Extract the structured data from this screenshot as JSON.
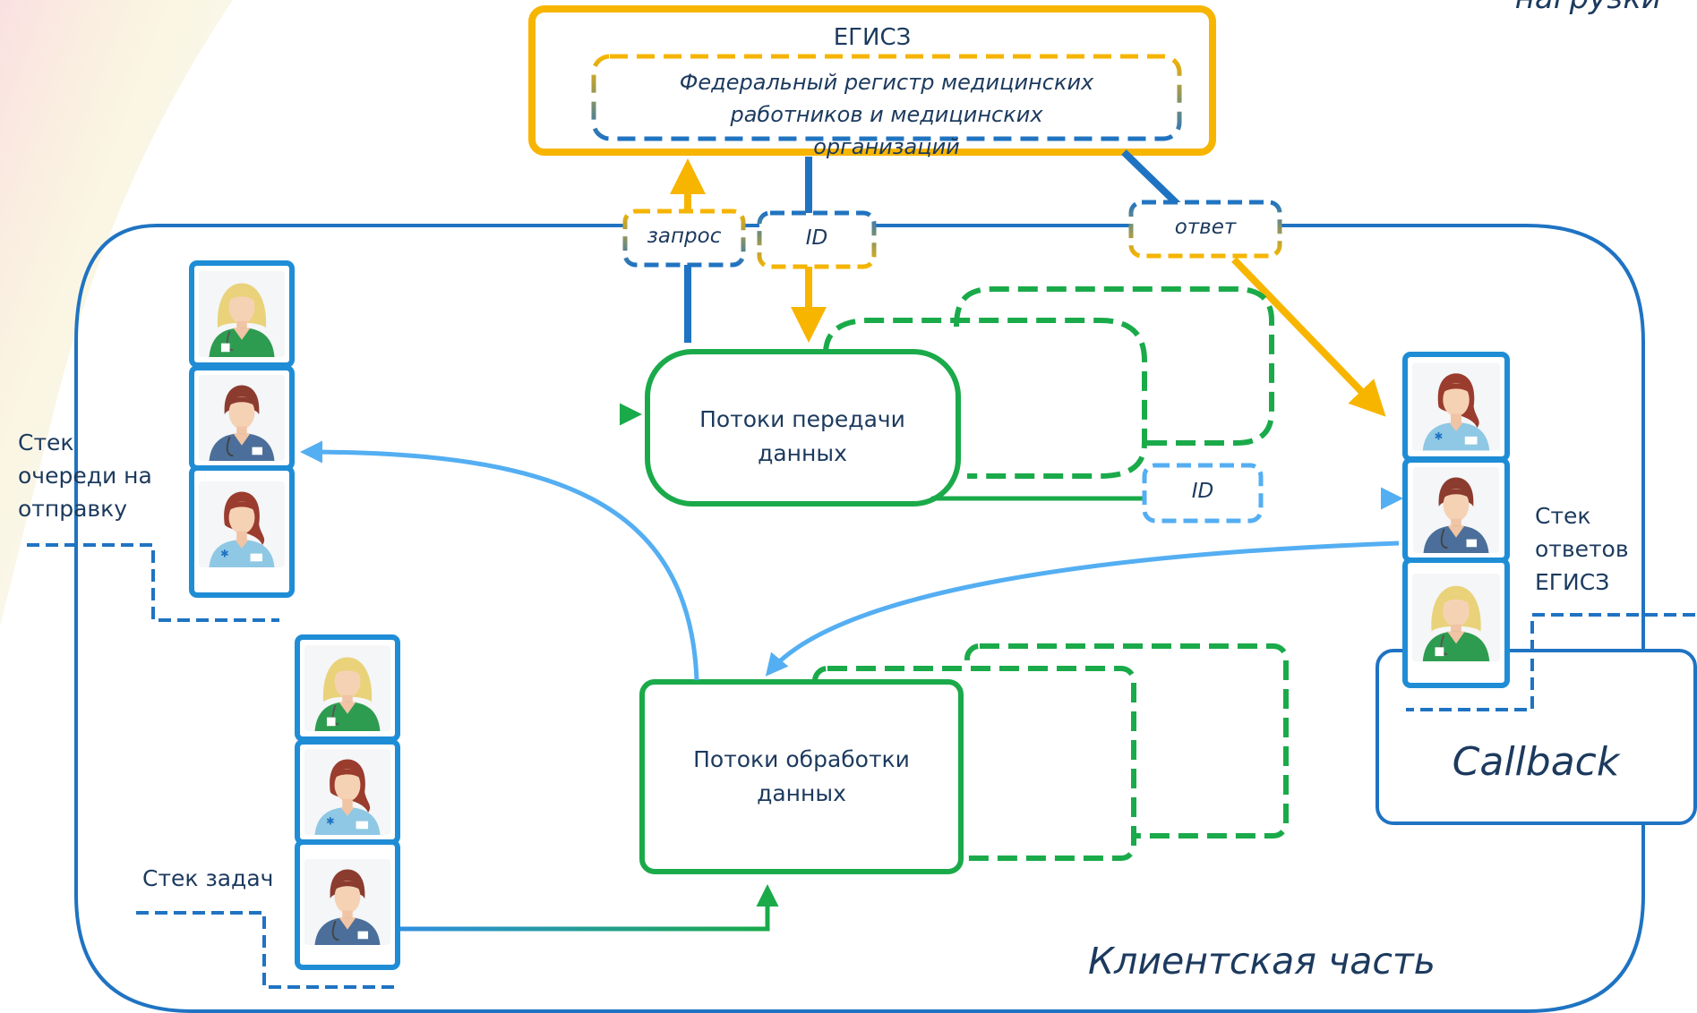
{
  "corner_text": "нагрузки",
  "egisz": {
    "title": "ЕГИСЗ",
    "registry": "Федеральный регистр медицинских работников и медицинских организаций"
  },
  "connectors": {
    "request": "запрос",
    "id_top": "ID",
    "response": "ответ",
    "id_right": "ID"
  },
  "nodes": {
    "transfer_threads": "Потоки передачи данных",
    "processing_threads": "Потоки обработки данных",
    "callback": "Callback"
  },
  "stacks": {
    "send_queue": "Стек очереди на отправку",
    "egisz_responses": "Стек ответов ЕГИСЗ",
    "tasks": "Стек задач"
  },
  "client_label": "Клиентская часть",
  "avatar_types": [
    "doctor-female-blonde",
    "doctor-female-brunette",
    "nurse-female"
  ],
  "colors": {
    "yellow": "#f7b500",
    "blue": "#1f73c2",
    "light_blue": "#54aef2",
    "green": "#1aaa4a",
    "doctor_green": "#2e9c50",
    "scrub_blue": "#4b6f9a",
    "nurse_teal": "#8fc8e4"
  }
}
